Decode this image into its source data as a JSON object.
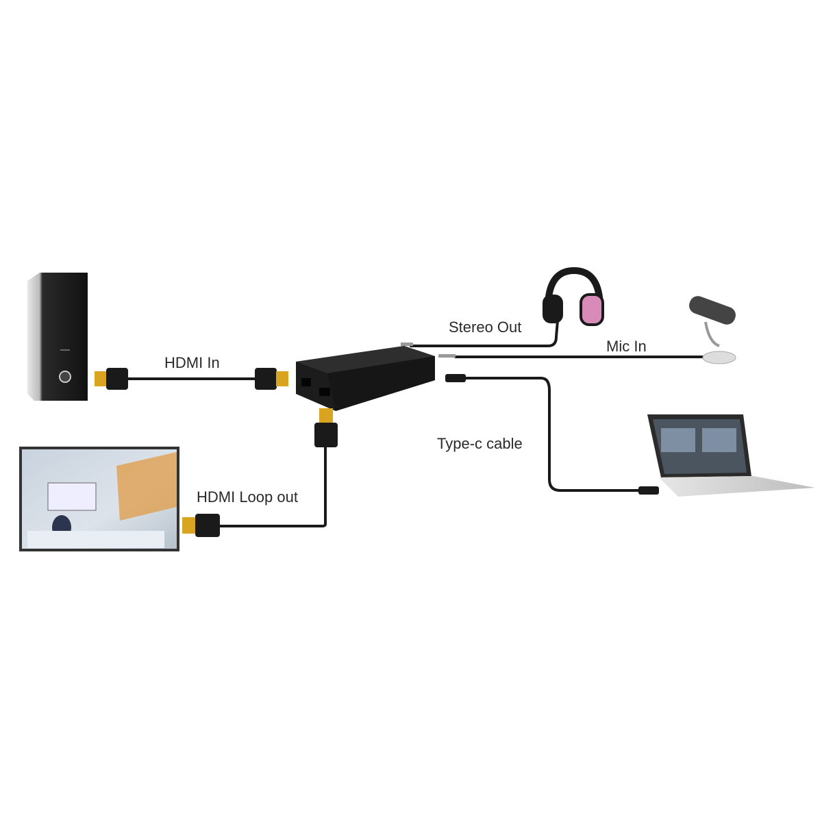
{
  "labels": {
    "hdmi_in": "HDMI In",
    "stereo_out": "Stereo Out",
    "mic_in": "Mic In",
    "type_c": "Type-c cable",
    "hdmi_loop_out": "HDMI Loop out"
  },
  "colors": {
    "cable": "#1a1a1a",
    "gold": "#d9a520",
    "device": "#222222",
    "headphone_accent": "#d98bb8"
  }
}
